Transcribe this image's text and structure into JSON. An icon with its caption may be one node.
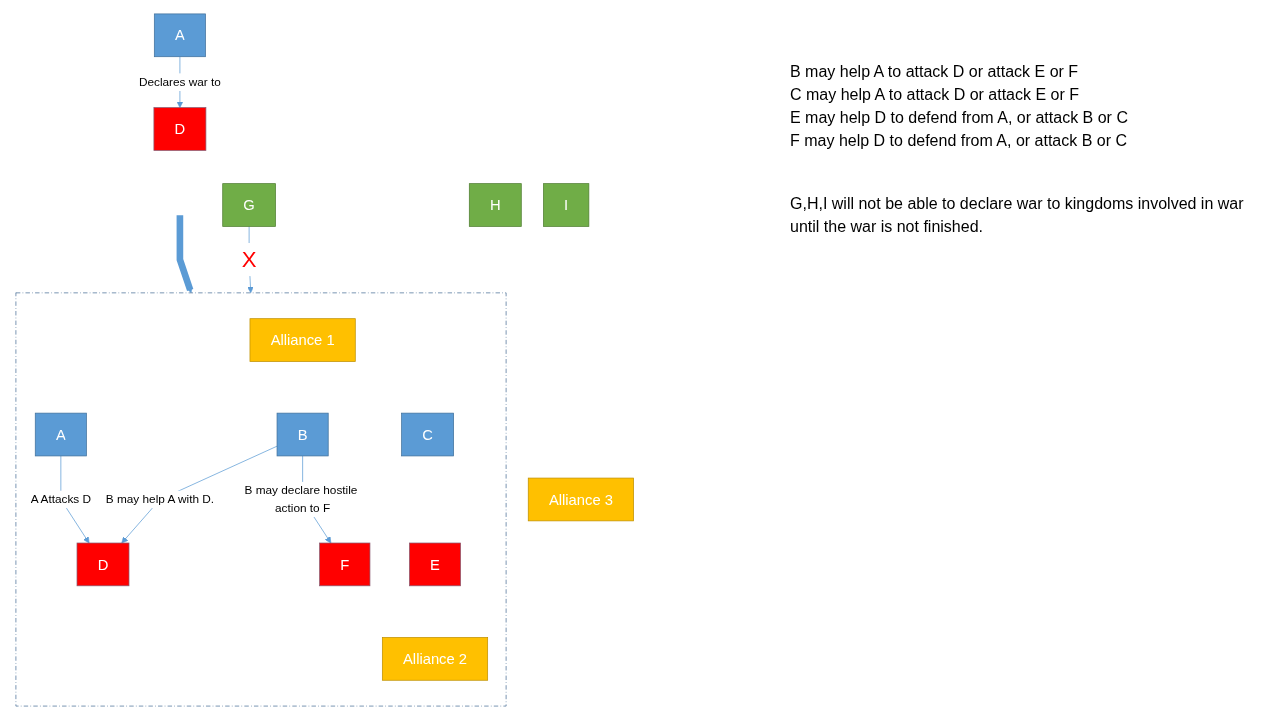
{
  "diagram": {
    "nodes": [
      {
        "text": [
          "A"
        ]
      },
      {
        "text": [
          "D"
        ]
      },
      {
        "text": [],
        "shape": "box"
      },
      {
        "text": [
          "Alliance 1"
        ],
        "in": 2
      },
      {
        "text": [
          "A"
        ],
        "in": 2
      },
      {
        "text": [
          "B"
        ],
        "in": 2
      },
      {
        "text": [
          "C"
        ],
        "in": 2
      },
      {
        "text": [
          "D"
        ],
        "in": 2
      },
      {
        "text": [
          "E"
        ],
        "in": 2
      },
      {
        "text": [
          "F"
        ],
        "in": 2
      },
      {
        "text": [
          "Alliance 2"
        ],
        "in": 2
      },
      {
        "text": [
          "G"
        ]
      },
      {
        "text": [
          "H"
        ]
      },
      {
        "text": [
          "I"
        ]
      },
      {
        "text": [
          "Alliance 3"
        ]
      }
    ],
    "edges": [
      {
        "from": 0,
        "to": 1,
        "arrow": "to",
        "label": "Declares war to"
      },
      {
        "from": null,
        "to": 2,
        "arrow": "to",
        "style": "thick"
      },
      {
        "from": 4,
        "to": 7,
        "arrow": "to",
        "label": "A Attacks D"
      },
      {
        "from": 5,
        "to": 7,
        "arrow": "to",
        "label": "B may help A with D."
      },
      {
        "from": 5,
        "to": 9,
        "arrow": "to",
        "label": "B may declare hostile action to F"
      },
      {
        "from": 11,
        "to": 2,
        "arrow": "to",
        "label": "X"
      }
    ],
    "labels": [
      "B may help A to attack D or attack E or F",
      "C may help A to attack D or attack E or F",
      "E may help D to defend from A, or attack B or C",
      "F may help D to defend from A, or attack B or C",
      "G,H,I will not be able to declare war to kingdoms involved in war until the war is not finished."
    ]
  }
}
